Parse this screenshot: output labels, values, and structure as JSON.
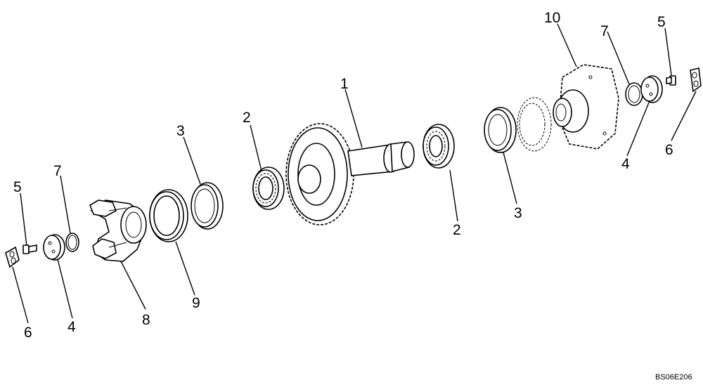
{
  "drawing_ref": "BS06E206",
  "callouts": [
    {
      "id": "c1",
      "text": "1"
    },
    {
      "id": "c2a",
      "text": "2"
    },
    {
      "id": "c2b",
      "text": "2"
    },
    {
      "id": "c3a",
      "text": "3"
    },
    {
      "id": "c3b",
      "text": "3"
    },
    {
      "id": "c4a",
      "text": "4"
    },
    {
      "id": "c4b",
      "text": "4"
    },
    {
      "id": "c5a",
      "text": "5"
    },
    {
      "id": "c5b",
      "text": "5"
    },
    {
      "id": "c6a",
      "text": "6"
    },
    {
      "id": "c6b",
      "text": "6"
    },
    {
      "id": "c7a",
      "text": "7"
    },
    {
      "id": "c7b",
      "text": "7"
    },
    {
      "id": "c8",
      "text": "8"
    },
    {
      "id": "c9",
      "text": "9"
    },
    {
      "id": "c10",
      "text": "10"
    }
  ]
}
